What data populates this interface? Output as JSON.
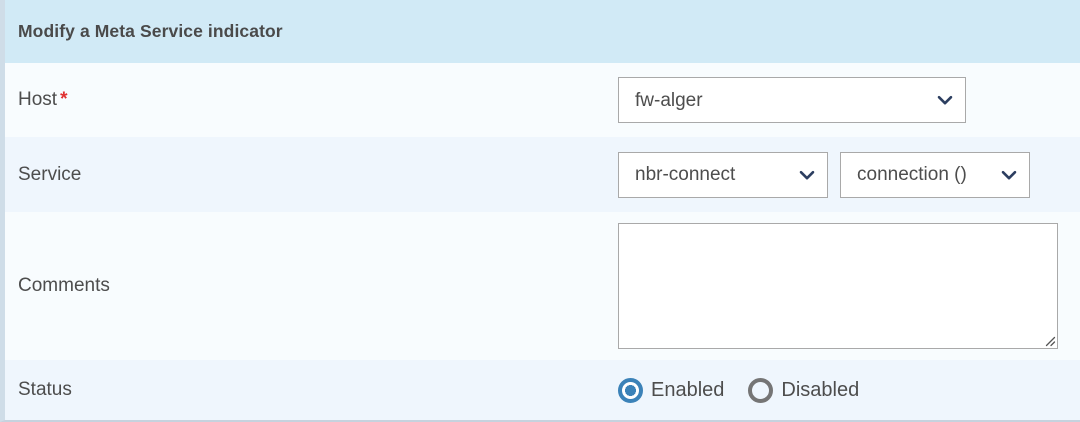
{
  "header": {
    "title": "Modify a Meta Service indicator"
  },
  "colors": {
    "header_bg": "#d1eaf6",
    "row_odd_bg": "#f8fcfe",
    "row_even_bg": "#eff6fd",
    "label_text": "#4d4d4d",
    "required_star": "#e03131",
    "chevron": "#2c3e60",
    "radio_selected": "#3b82b8",
    "radio_unselected": "#757575",
    "control_border": "#a9a9a9",
    "panel_left_border": "#cfdde8"
  },
  "rows": {
    "host": {
      "label": "Host",
      "required_marker": "*",
      "select": {
        "value": "fw-alger",
        "icon": "chevron-down-icon"
      }
    },
    "service": {
      "label": "Service",
      "service_select": {
        "value": "nbr-connect",
        "icon": "chevron-down-icon"
      },
      "metric_select": {
        "value": "connection ()",
        "icon": "chevron-down-icon"
      }
    },
    "comments": {
      "label": "Comments",
      "textarea": {
        "value": "",
        "placeholder": ""
      },
      "resize_handle_icon": "resize-grip-icon"
    },
    "status": {
      "label": "Status",
      "options": [
        {
          "label": "Enabled",
          "selected": true
        },
        {
          "label": "Disabled",
          "selected": false
        }
      ]
    }
  }
}
